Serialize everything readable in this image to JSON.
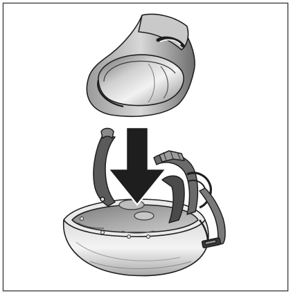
{
  "figure": {
    "border_color": "#4a4a4a",
    "ink_color": "#1e1e1e",
    "parts": {
      "liner": "padded-inner-liner",
      "arrow": "insert-down-arrow",
      "shell": "helmet-shell",
      "harness": "suspension-harness",
      "chin_strap": "chin-strap-buckle"
    }
  }
}
